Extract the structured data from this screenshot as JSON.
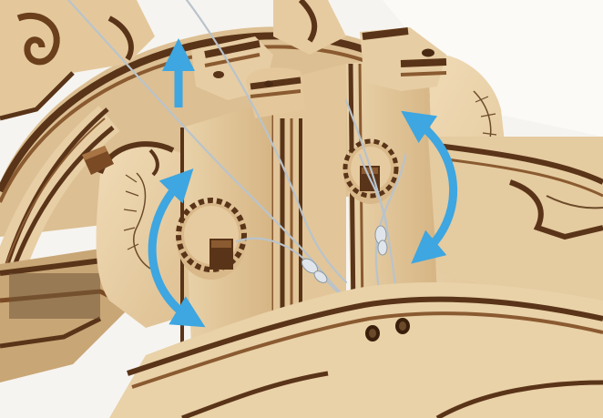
{
  "illustration": {
    "subject": "wooden-mechanism-assembly-step",
    "colors": {
      "background": "#f4f2ee",
      "wood_light": "#e8cfa6",
      "wood_mid": "#d9b889",
      "wood_shadow": "#c49d6a",
      "wood_edge_dark": "#5a3418",
      "wood_edge_mid": "#8a5a30",
      "slot_dark": "#6b4a2a",
      "string": "#b9c3cb",
      "arrow": "#3ea6e0"
    },
    "arrows": [
      {
        "kind": "straight-up"
      },
      {
        "kind": "curved-double"
      },
      {
        "kind": "curved-double"
      }
    ]
  }
}
